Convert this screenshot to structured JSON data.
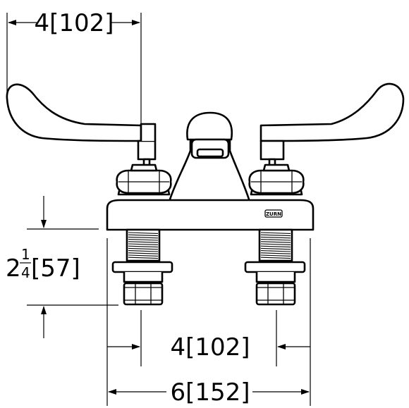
{
  "dimensions": {
    "top_width": "4[102]",
    "height_whole": "2",
    "height_num": "1",
    "height_den": "4",
    "height_mm": "[57]",
    "center_spacing": "4[102]",
    "overall_width": "6[152]"
  },
  "logo": "ZURN"
}
